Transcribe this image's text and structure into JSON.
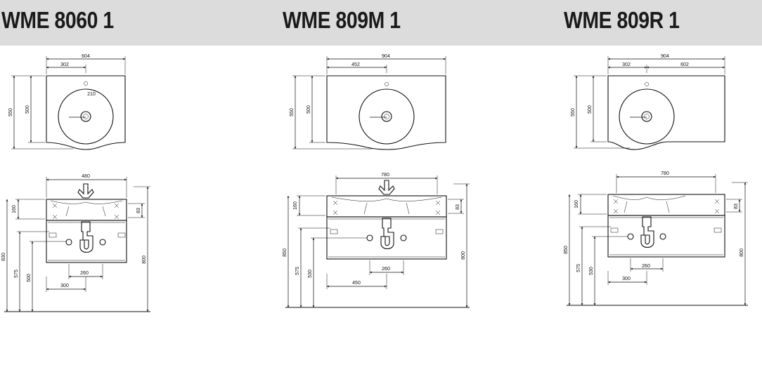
{
  "products": [
    {
      "model": "WME 8060 1",
      "top_view": {
        "width": "604",
        "half_width": "302",
        "bowl_dia": "210",
        "depth_total": "550",
        "depth": "500"
      },
      "front_view": {
        "inner_width": "480",
        "height_160": "160",
        "height_83": "83",
        "height_830": "830",
        "height_575": "575",
        "height_500": "500",
        "height_800": "800",
        "trap_260": "260",
        "drain_300": "300"
      }
    },
    {
      "model": "WME 809M 1",
      "top_view": {
        "width": "904",
        "half_width": "452",
        "depth_total": "550",
        "depth": "500"
      },
      "front_view": {
        "inner_width": "780",
        "height_160": "160",
        "height_83": "83",
        "height_850": "850",
        "height_575": "575",
        "height_530": "530",
        "height_800": "800",
        "trap_260": "260",
        "drain_450": "450"
      }
    },
    {
      "model": "WME 809R 1",
      "top_view": {
        "width": "904",
        "half_width": "302",
        "right_width": "602",
        "depth_total": "550",
        "depth": "500"
      },
      "front_view": {
        "inner_width": "780",
        "height_160": "160",
        "height_83": "83",
        "height_850": "850",
        "height_575": "575",
        "height_530": "530",
        "height_800": "800",
        "trap_260": "260",
        "drain_300": "300"
      }
    }
  ]
}
